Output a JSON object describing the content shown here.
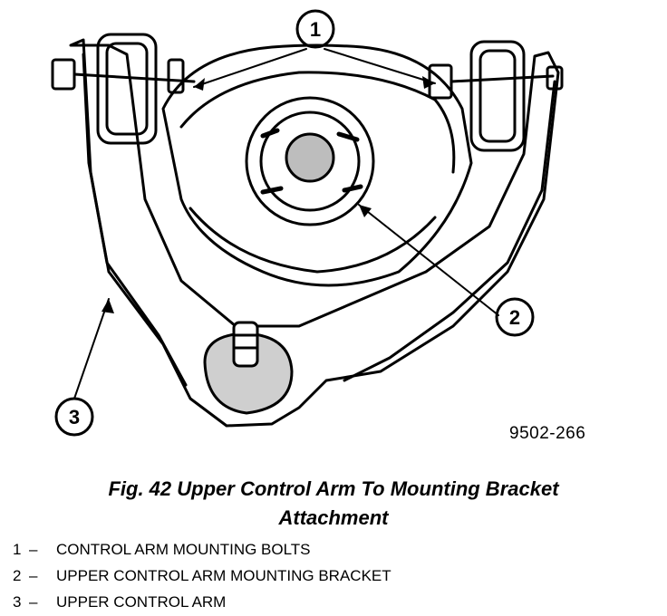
{
  "diagram": {
    "callouts": [
      {
        "id": "1",
        "label": "1"
      },
      {
        "id": "2",
        "label": "2"
      },
      {
        "id": "3",
        "label": "3"
      }
    ],
    "figure_code": "9502-266"
  },
  "caption": {
    "line1": "Fig. 42 Upper Control Arm To Mounting Bracket",
    "line2": "Attachment"
  },
  "legend": [
    {
      "num": "1",
      "dash": "–",
      "text": "CONTROL ARM MOUNTING BOLTS"
    },
    {
      "num": "2",
      "dash": "–",
      "text": "UPPER CONTROL ARM MOUNTING BRACKET"
    },
    {
      "num": "3",
      "dash": "–",
      "text": "UPPER CONTROL ARM"
    }
  ]
}
